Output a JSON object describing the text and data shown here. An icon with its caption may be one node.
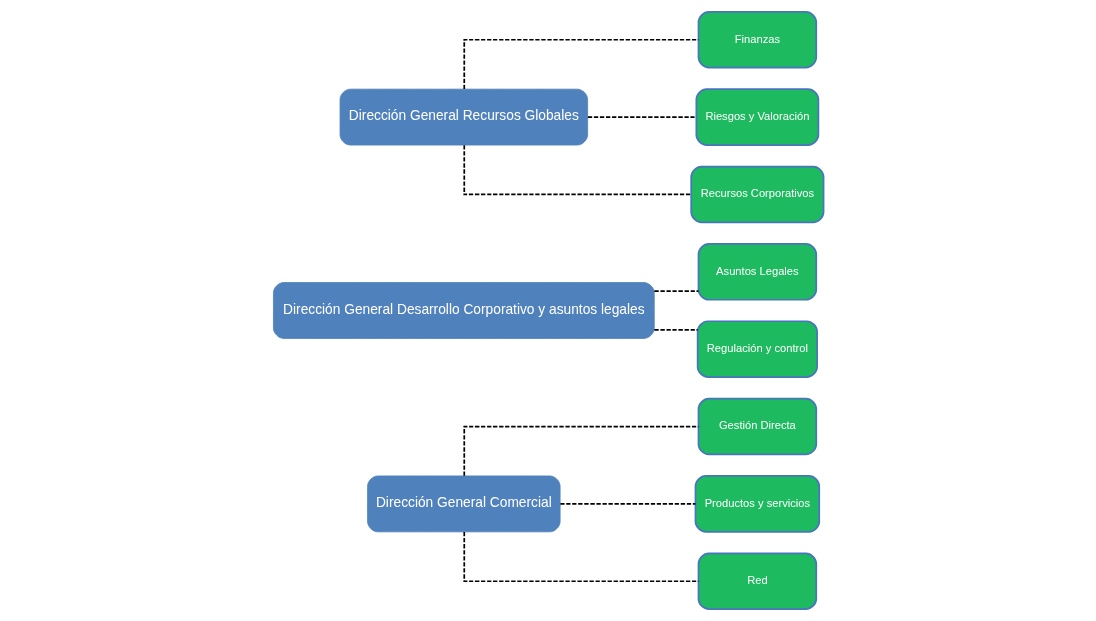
{
  "diagram": {
    "nodes": [
      {
        "text": [
          "Dirección General Comercial"
        ]
      },
      {
        "text": [
          "Gestión Directa"
        ]
      },
      {
        "text": [
          "Productos y servicios"
        ]
      },
      {
        "text": [
          "Red"
        ]
      },
      {
        "text": [
          "Dirección General Desarrollo Corporativo y asuntos legales"
        ]
      },
      {
        "text": [
          "Asuntos Legales"
        ]
      },
      {
        "text": [
          "Regulación y control"
        ]
      },
      {
        "text": [
          "Dirección General Recursos Globales"
        ]
      },
      {
        "text": [
          "Finanzas"
        ]
      },
      {
        "text": [
          "Riesgos y Valoración"
        ]
      },
      {
        "text": [
          "Recursos Corporativos"
        ]
      }
    ],
    "edges": [
      {
        "from": 0,
        "to": 1,
        "arrow": "none",
        "style": "dashed"
      },
      {
        "from": 0,
        "to": 2,
        "arrow": "none",
        "style": "dashed"
      },
      {
        "from": 0,
        "to": 3,
        "arrow": "none",
        "style": "dashed"
      },
      {
        "from": 4,
        "to": 5,
        "arrow": "none",
        "style": "dashed"
      },
      {
        "from": 4,
        "to": 6,
        "arrow": "none",
        "style": "dashed"
      },
      {
        "from": 7,
        "to": 8,
        "arrow": "none",
        "style": "dashed"
      },
      {
        "from": 7,
        "to": 9,
        "arrow": "none",
        "style": "dashed"
      },
      {
        "from": 7,
        "to": 10,
        "arrow": "none",
        "style": "dashed"
      }
    ]
  }
}
